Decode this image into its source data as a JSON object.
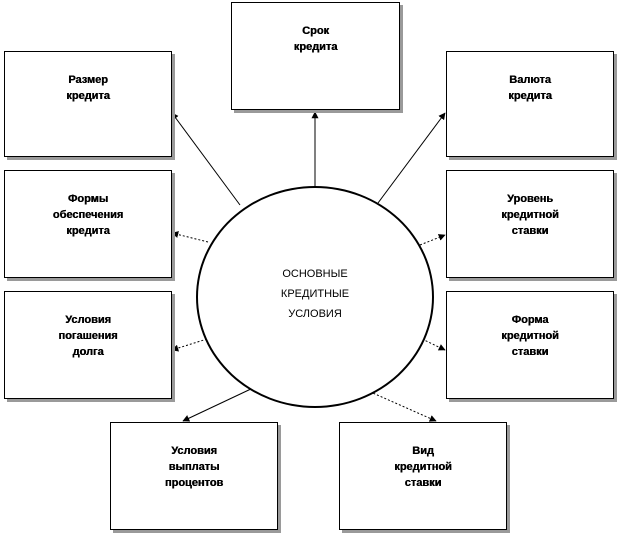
{
  "center": {
    "label": "ОСНОВНЫЕ\nКРЕДИТНЫЕ\nУСЛОВИЯ"
  },
  "conditions": [
    {
      "id": "term",
      "label": "Срок\nкредита"
    },
    {
      "id": "size",
      "label": "Размер\nкредита"
    },
    {
      "id": "currency",
      "label": "Валюта\nкредита"
    },
    {
      "id": "collateral",
      "label": "Формы\nобеспечения\nкредита"
    },
    {
      "id": "rate-level",
      "label": "Уровень\nкредитной\nставки"
    },
    {
      "id": "repayment",
      "label": "Условия\nпогашения\nдолга"
    },
    {
      "id": "rate-form",
      "label": "Форма\nкредитной\nставки"
    },
    {
      "id": "interest-payment",
      "label": "Условия\nвыплаты\nпроцентов"
    },
    {
      "id": "rate-type",
      "label": "Вид\nкредитной\nставки"
    }
  ]
}
